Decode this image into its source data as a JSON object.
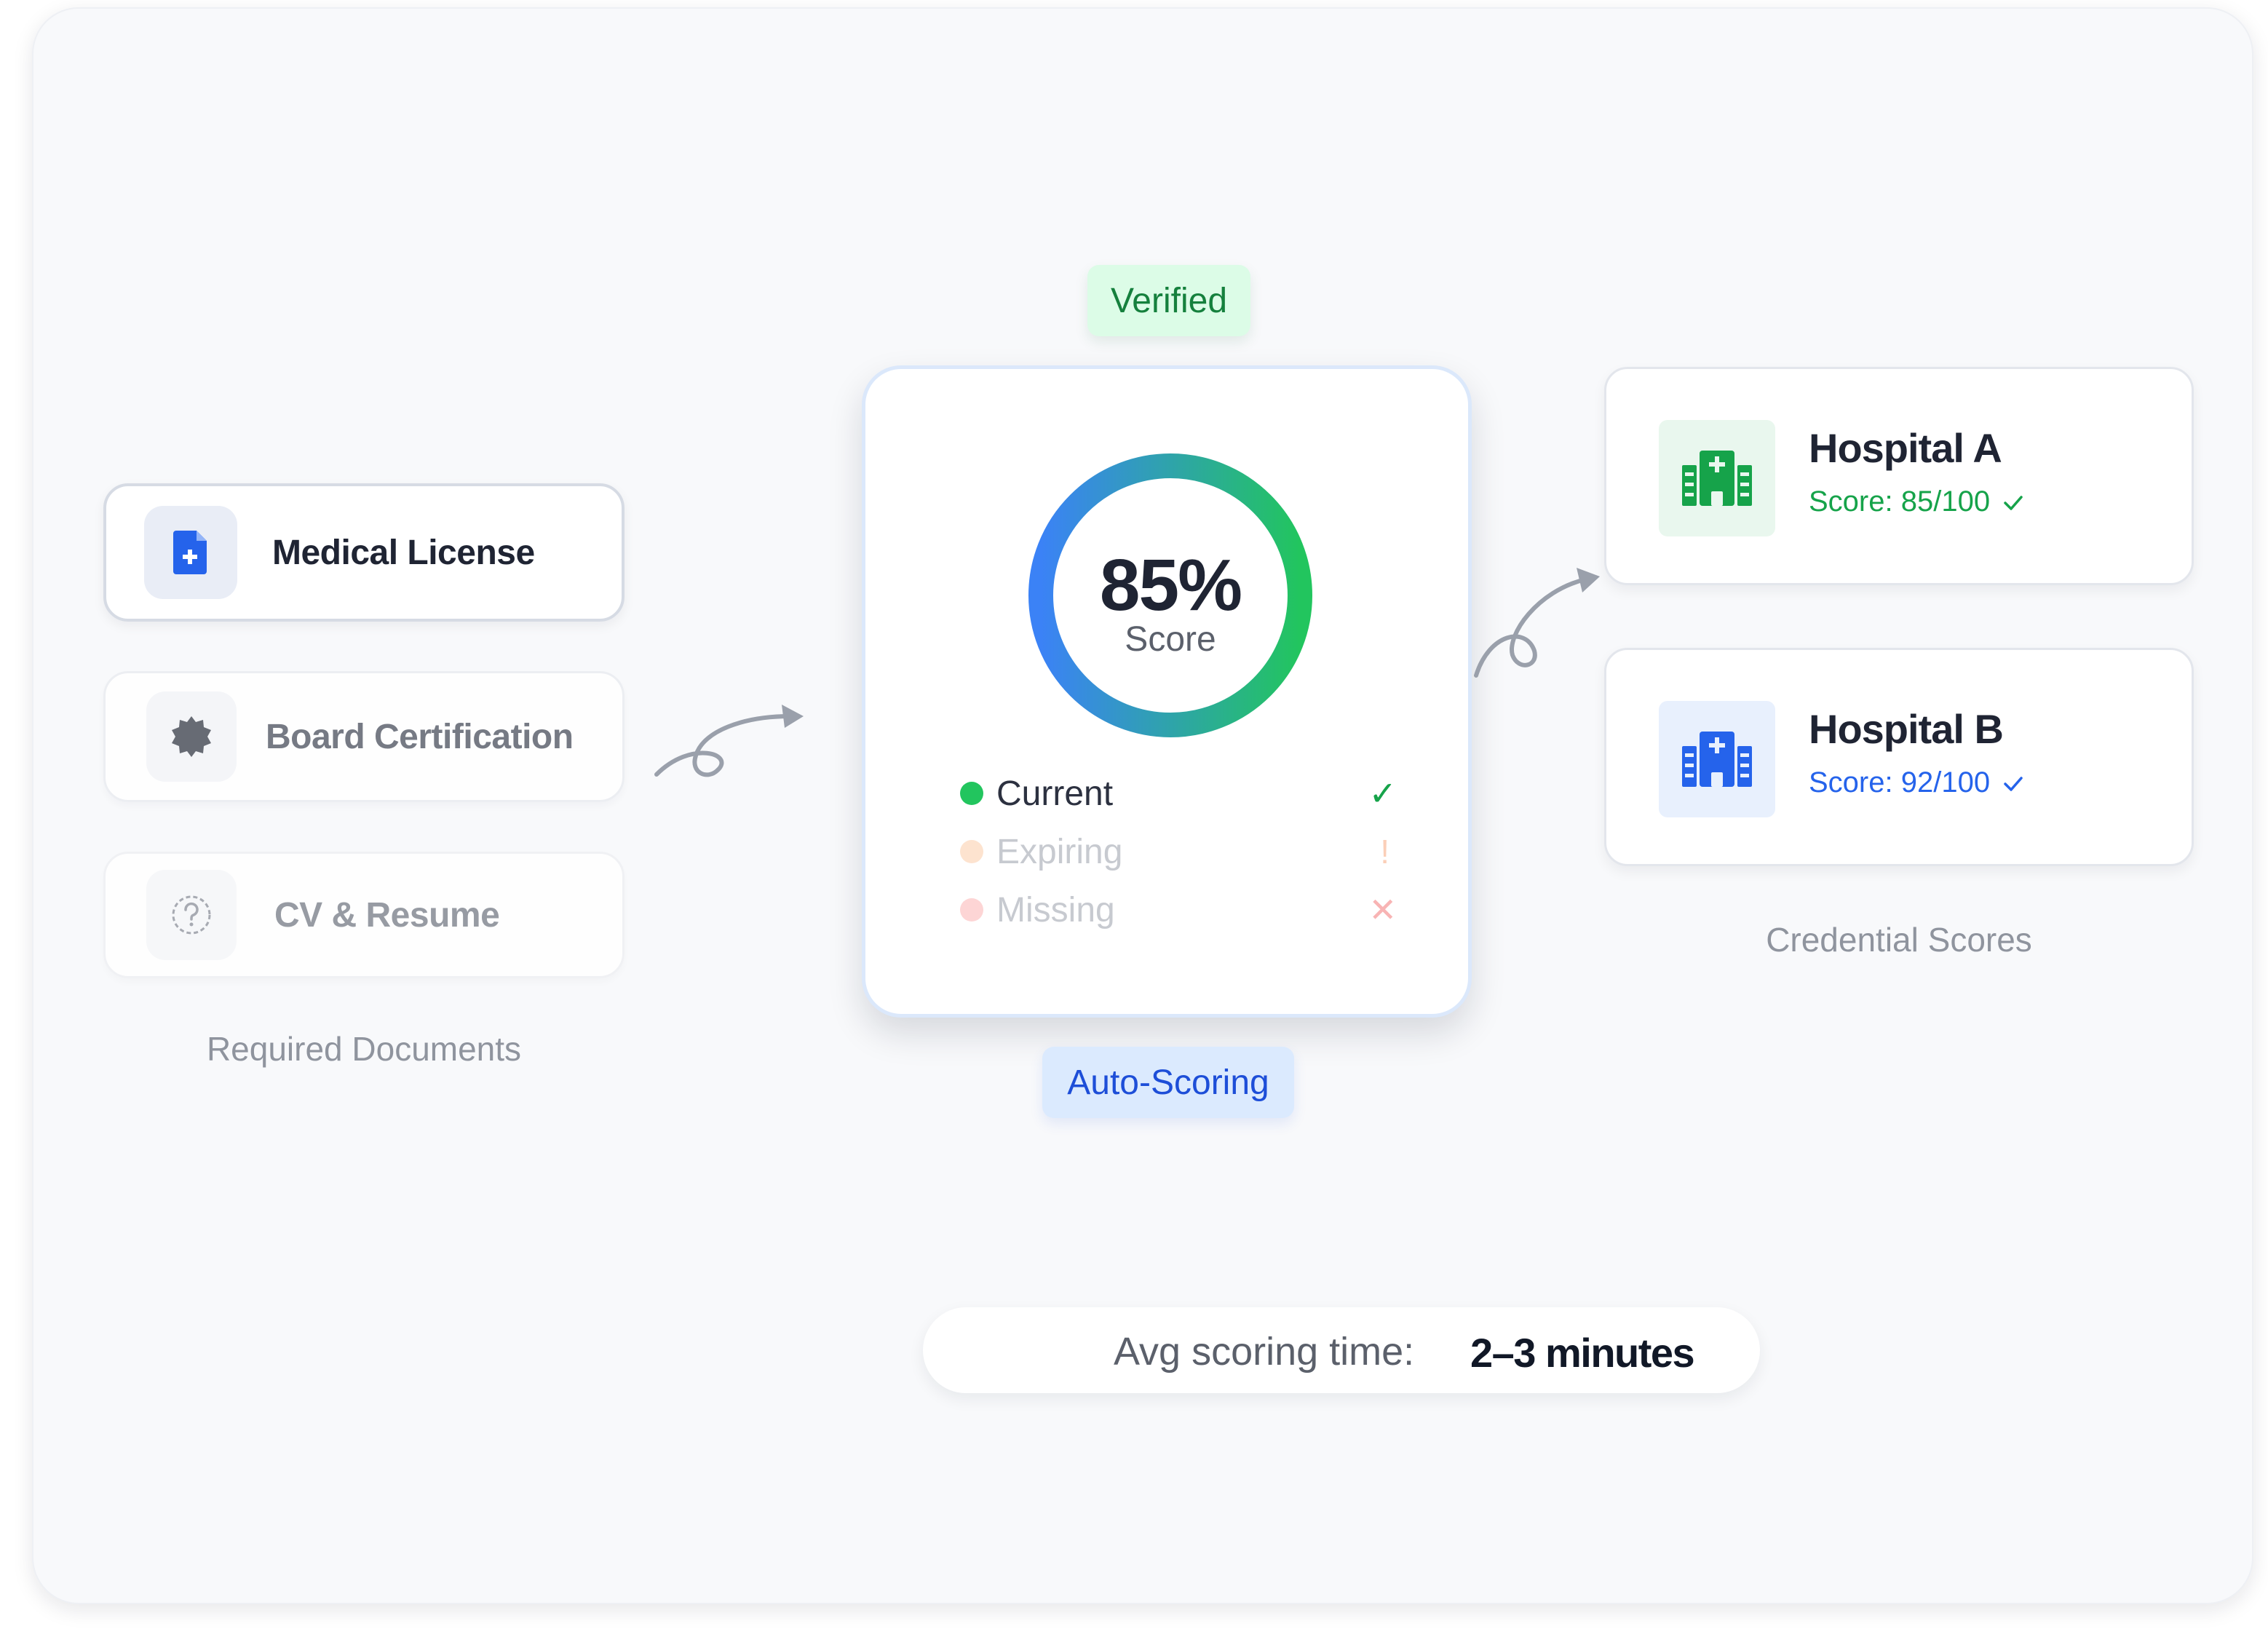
{
  "documents": {
    "caption": "Required Documents",
    "items": [
      {
        "label": "Medical License",
        "icon": "medical-document-icon"
      },
      {
        "label": "Board Certification",
        "icon": "certificate-badge-icon"
      },
      {
        "label": "CV & Resume",
        "icon": "question-circle-icon"
      }
    ]
  },
  "score": {
    "verified_badge": "Verified",
    "value": "85%",
    "value_fraction": 0.85,
    "label": "Score",
    "auto_badge": "Auto-Scoring",
    "statuses": [
      {
        "label": "Current",
        "mark": "✓",
        "color": "#22c55e"
      },
      {
        "label": "Expiring",
        "mark": "!",
        "color": "#fbd1b0"
      },
      {
        "label": "Missing",
        "mark": "✕",
        "color": "#fbc7c7"
      }
    ],
    "ring_colors": [
      "#3b82f6",
      "#22c55e"
    ]
  },
  "hospitals": {
    "caption": "Credential Scores",
    "items": [
      {
        "name": "Hospital A",
        "score": "Score: 85/100",
        "color": "#16a34a",
        "icon": "hospital-icon"
      },
      {
        "name": "Hospital B",
        "score": "Score: 92/100",
        "color": "#2563eb",
        "icon": "hospital-icon"
      }
    ]
  },
  "footer": {
    "label": "Avg scoring time:",
    "value": "2–3 minutes"
  }
}
